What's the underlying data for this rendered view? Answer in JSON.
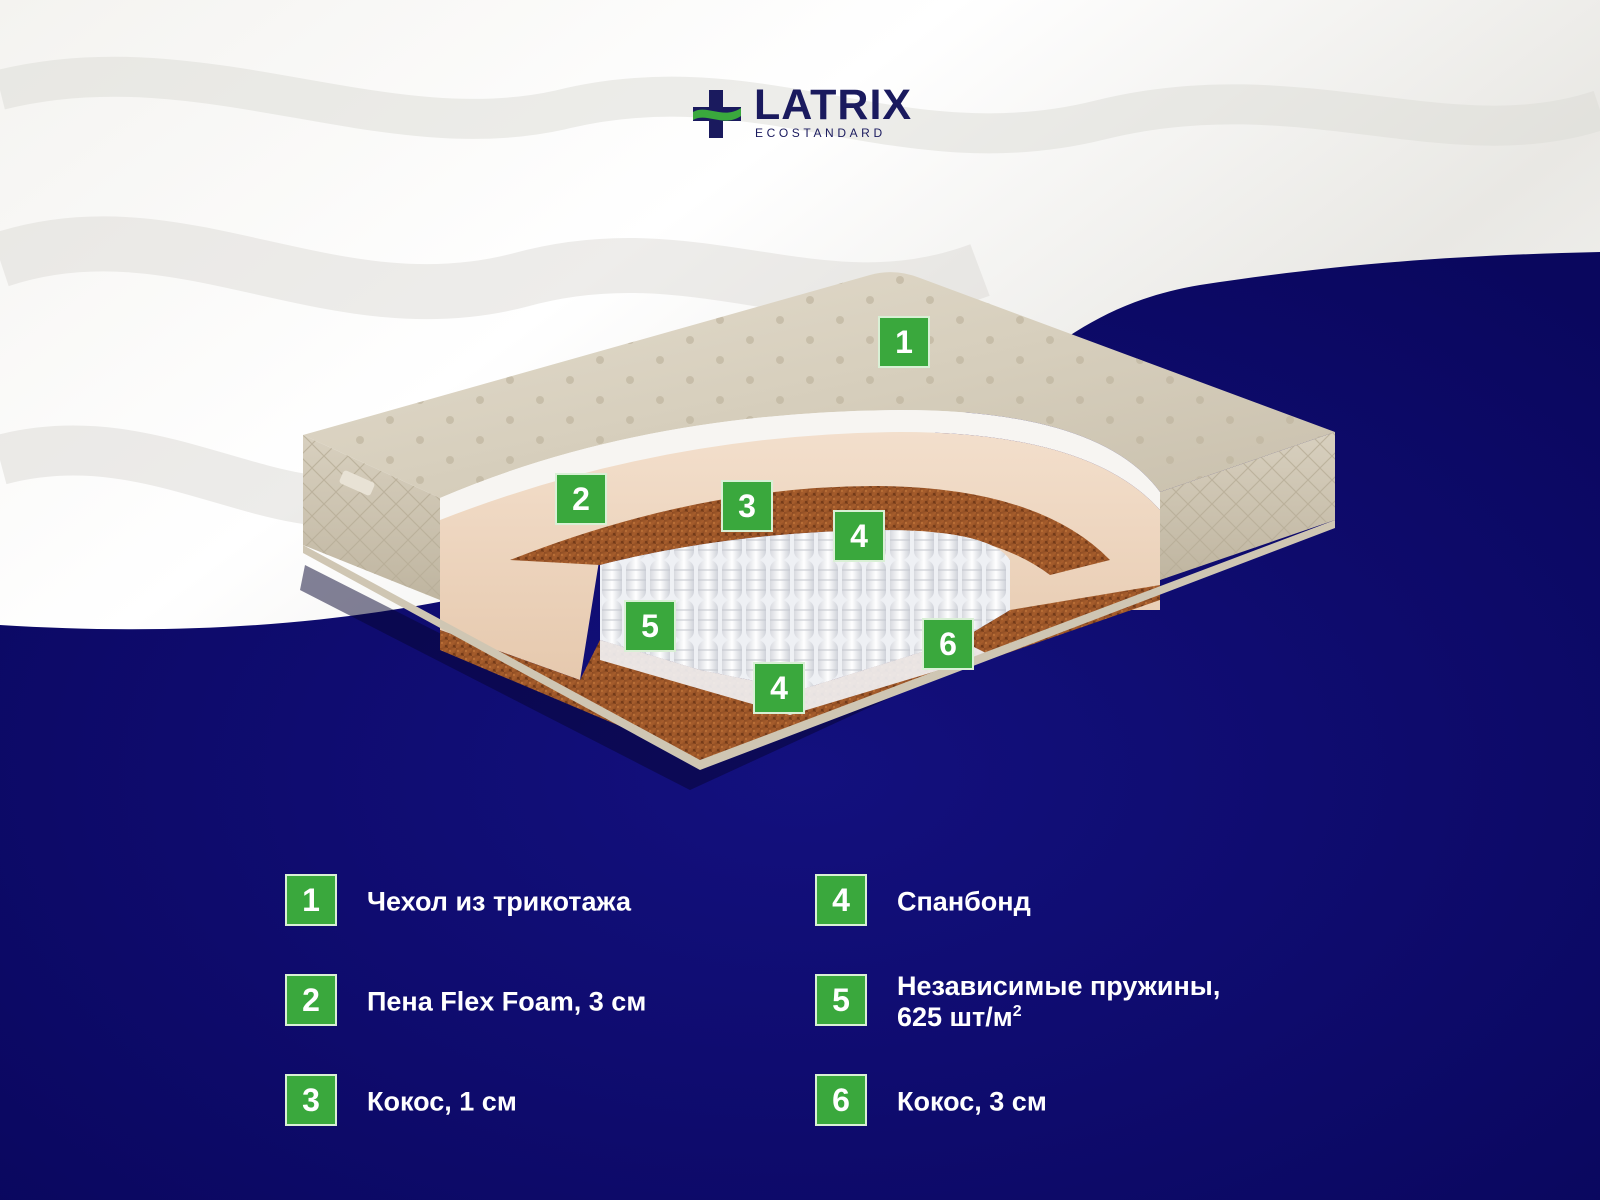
{
  "brand": {
    "name": "LATRIX",
    "tagline": "ECOSTANDARD",
    "colors": {
      "navy": "#0d0a6e",
      "green": "#3aa83d",
      "text_dark": "#1a1a5e"
    }
  },
  "hotspots": [
    {
      "number": "1"
    },
    {
      "number": "2"
    },
    {
      "number": "3"
    },
    {
      "number": "4"
    },
    {
      "number": "5"
    },
    {
      "number": "6"
    },
    {
      "number": "4"
    }
  ],
  "legend": [
    {
      "number": "1",
      "text": "Чехол из трикотажа"
    },
    {
      "number": "2",
      "text": "Пена Flex Foam, 3 см"
    },
    {
      "number": "3",
      "text": "Кокос, 1 см"
    },
    {
      "number": "4",
      "text": "Спанбонд"
    },
    {
      "number": "5",
      "text": "Независимые пружины,",
      "text2": "625 шт/м",
      "sup": "2"
    },
    {
      "number": "6",
      "text": "Кокос, 3 см"
    }
  ],
  "icons": {
    "logo": "medical-cross-logo-icon",
    "product": "mattress-cutaway-illustration"
  }
}
